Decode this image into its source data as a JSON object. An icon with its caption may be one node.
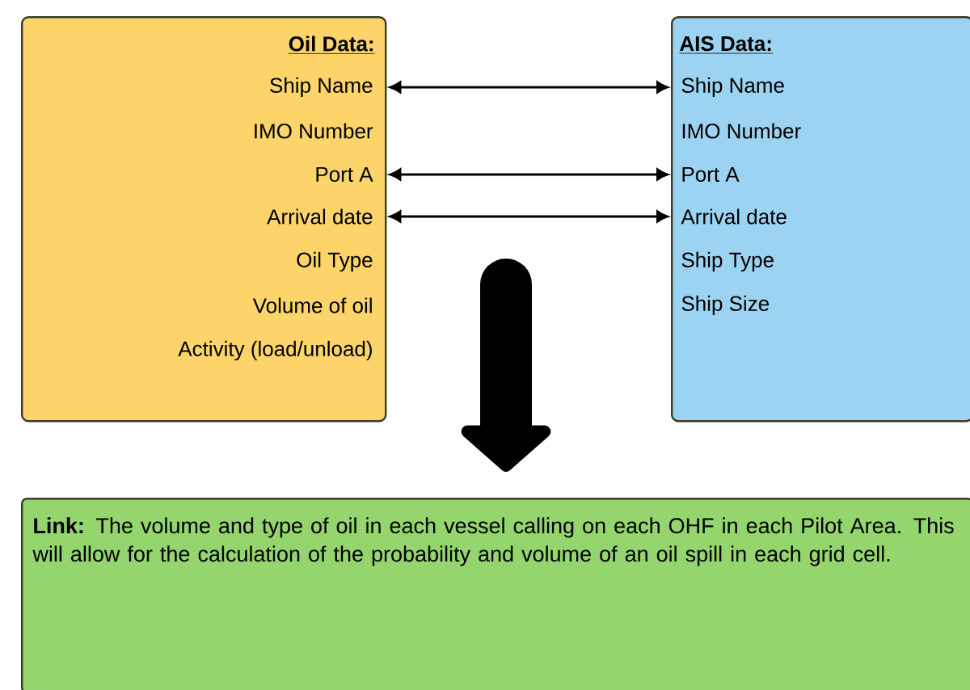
{
  "diagram": {
    "nodes": [
      {
        "text": [
          "Oil Data:"
        ]
      },
      {
        "text": [
          "Ship Name"
        ],
        "in": 0
      },
      {
        "text": [
          "IMO Number"
        ],
        "in": 0
      },
      {
        "text": [
          "Port A"
        ],
        "in": 0
      },
      {
        "text": [
          "Arrival date"
        ],
        "in": 0
      },
      {
        "text": [
          "Oil Type"
        ],
        "in": 0
      },
      {
        "text": [
          "Volume of oil"
        ],
        "in": 0
      },
      {
        "text": [
          "Activity (load/unload)"
        ],
        "in": 0
      },
      {
        "text": [
          "AIS Data:"
        ]
      },
      {
        "text": [
          "Ship Name"
        ],
        "in": 8
      },
      {
        "text": [
          "IMO Number"
        ],
        "in": 8
      },
      {
        "text": [
          "Port A"
        ],
        "in": 8
      },
      {
        "text": [
          "Arrival date"
        ],
        "in": 8
      },
      {
        "text": [
          "Ship Type"
        ],
        "in": 8
      },
      {
        "text": [
          "Ship Size"
        ],
        "in": 8
      },
      {
        "text": [
          "**Link:** The volume and type of oil in each vessel calling on each OHF in each Pilot Area.  This will allow for the calculation of the probability and volume of an oil spill in each grid cell."
        ]
      }
    ],
    "edges": [
      {
        "from": 1,
        "to": 9,
        "arrow": "both"
      },
      {
        "from": 3,
        "to": 11,
        "arrow": "both"
      },
      {
        "from": 4,
        "to": 12,
        "arrow": "both"
      },
      {
        "from": null,
        "to": 15,
        "arrow": "to",
        "style": "thick"
      }
    ]
  }
}
